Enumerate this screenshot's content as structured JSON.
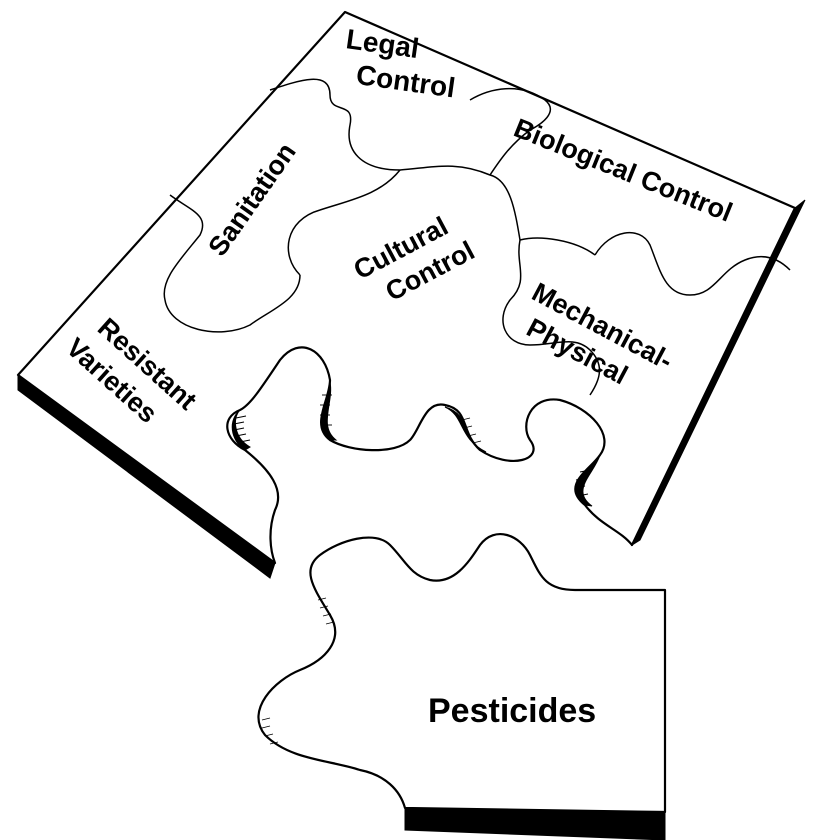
{
  "diagram": {
    "pieces": [
      {
        "id": "legal-control",
        "lines": [
          "Legal",
          "Control"
        ]
      },
      {
        "id": "biological-control",
        "lines": [
          "Biological Control"
        ]
      },
      {
        "id": "sanitation",
        "lines": [
          "Sanitation"
        ]
      },
      {
        "id": "cultural-control",
        "lines": [
          "Cultural",
          "Control"
        ]
      },
      {
        "id": "mechanical-physical",
        "lines": [
          "Mechanical-",
          "Physical"
        ]
      },
      {
        "id": "resistant-varieties",
        "lines": [
          "Resistant",
          "Varieties"
        ]
      },
      {
        "id": "pesticides",
        "lines": [
          "Pesticides"
        ]
      }
    ]
  }
}
